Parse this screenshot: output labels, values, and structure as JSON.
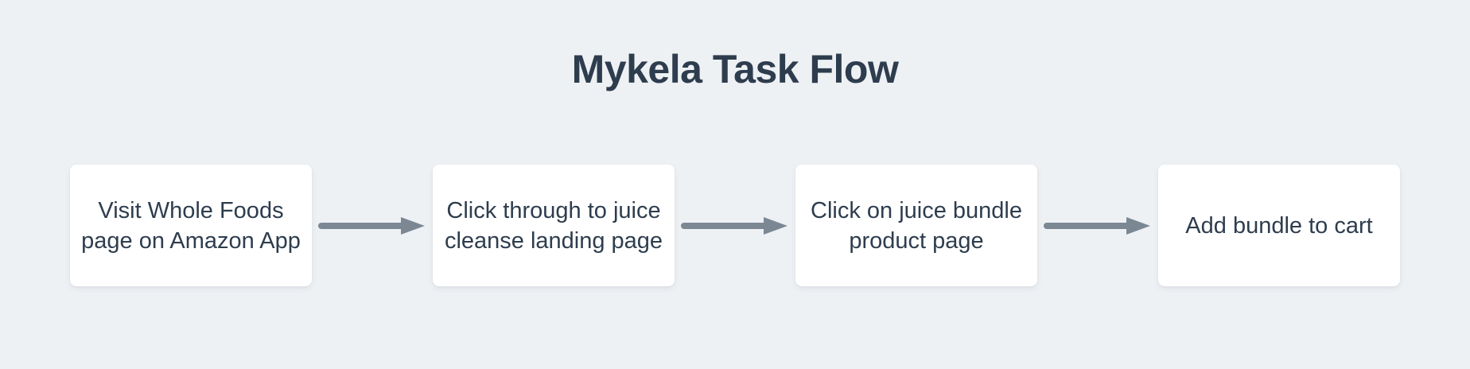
{
  "title": "Mykela Task Flow",
  "colors": {
    "background": "#eef1f4",
    "box_background": "#ffffff",
    "text": "#2e3d4e",
    "arrow": "#7b8894"
  },
  "flow": {
    "steps": [
      {
        "label": "Visit Whole Foods\npage on Amazon App"
      },
      {
        "label": "Click through to juice\ncleanse landing page"
      },
      {
        "label": "Click on juice bundle\nproduct page"
      },
      {
        "label": "Add bundle to cart"
      }
    ]
  }
}
